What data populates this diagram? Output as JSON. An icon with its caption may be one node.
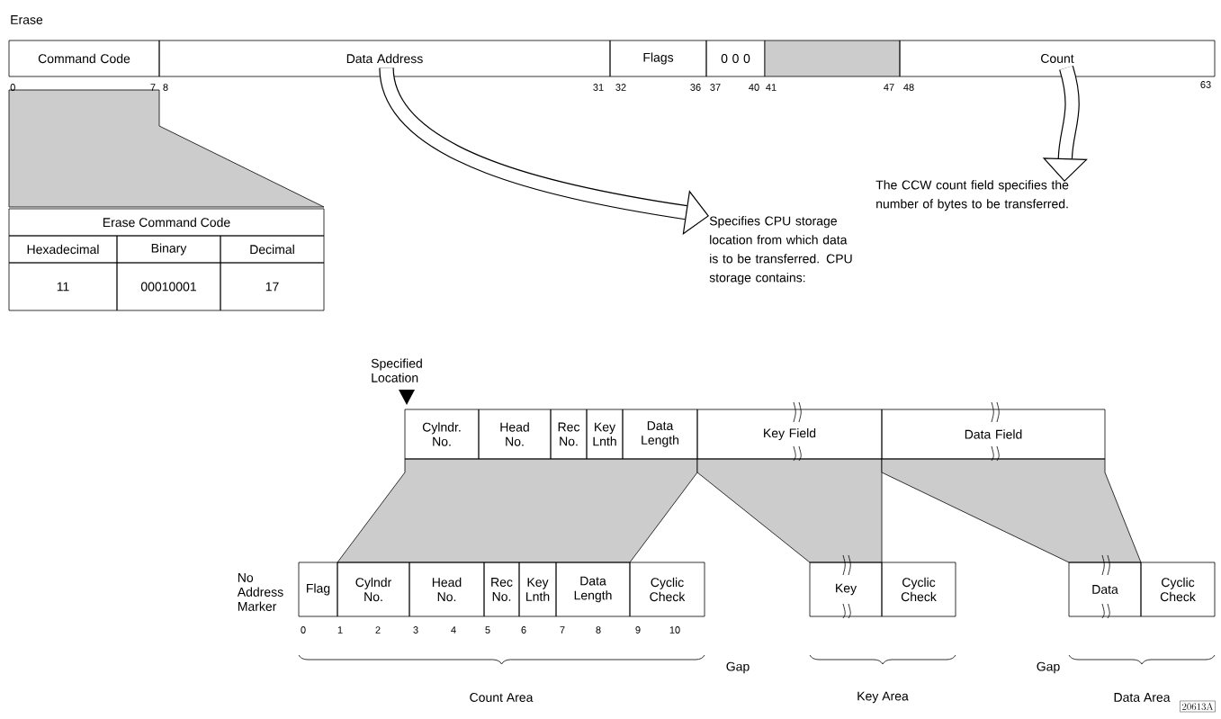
{
  "diagram": {
    "nodes": [
      {
        "text": [
          "Command Code"
        ]
      },
      {
        "text": [
          "Data Address"
        ]
      },
      {
        "text": [
          "Flags"
        ]
      },
      {
        "text": [
          "0 0 0"
        ]
      },
      {
        "text": [],
        "shape": "box"
      },
      {
        "text": [
          "Count"
        ]
      },
      {
        "text": [
          "Specifies CPU storage location from which data is to be transferred. CPU storage contains:"
        ]
      },
      {
        "text": [
          "The CCW count field specifies the number of bytes to be transferred."
        ]
      },
      {
        "text": [
          "Cylndr. No."
        ]
      },
      {
        "text": [
          "Head No."
        ]
      },
      {
        "text": [
          "Rec No."
        ]
      },
      {
        "text": [
          "Key Lnth"
        ]
      },
      {
        "text": [
          "Data Length"
        ]
      },
      {
        "text": [
          "Key Field"
        ]
      },
      {
        "text": [
          "Data Field"
        ]
      },
      {
        "text": [
          "Flag"
        ]
      },
      {
        "text": [
          "Cylndr No."
        ]
      },
      {
        "text": [
          "Head No."
        ]
      },
      {
        "text": [
          "Rec No."
        ]
      },
      {
        "text": [
          "Key Lnth"
        ]
      },
      {
        "text": [
          "Data Length"
        ]
      },
      {
        "text": [
          "Cyclic Check"
        ]
      },
      {
        "text": [
          "Key"
        ]
      },
      {
        "text": [
          "Cyclic Check"
        ]
      },
      {
        "text": [
          "Data"
        ]
      },
      {
        "text": [
          "Cyclic Check"
        ]
      },
      {
        "text": [],
        "shape": "band"
      },
      {
        "text": [],
        "shape": "band"
      },
      {
        "text": [],
        "shape": "band"
      },
      {
        "text": [],
        "shape": "band"
      }
    ],
    "edges": [
      {
        "from": 1,
        "to": 6,
        "arrow": "to"
      },
      {
        "from": 5,
        "to": 7,
        "arrow": "to"
      }
    ],
    "labels": [
      "Erase",
      "0",
      "7",
      "8",
      "31",
      "32",
      "36",
      "37",
      "40",
      "41",
      "47",
      "48",
      "63",
      "Erase Command Code",
      "Hexadecimal",
      "Binary",
      "Decimal",
      "11",
      "00010001",
      "17",
      "Specified Location",
      "No Address Marker",
      "0",
      "1",
      "2",
      "3",
      "4",
      "5",
      "6",
      "7",
      "8",
      "9",
      "10",
      "Gap",
      "Gap",
      "Count Area",
      "Key Area",
      "Data Area",
      "20613A"
    ]
  }
}
